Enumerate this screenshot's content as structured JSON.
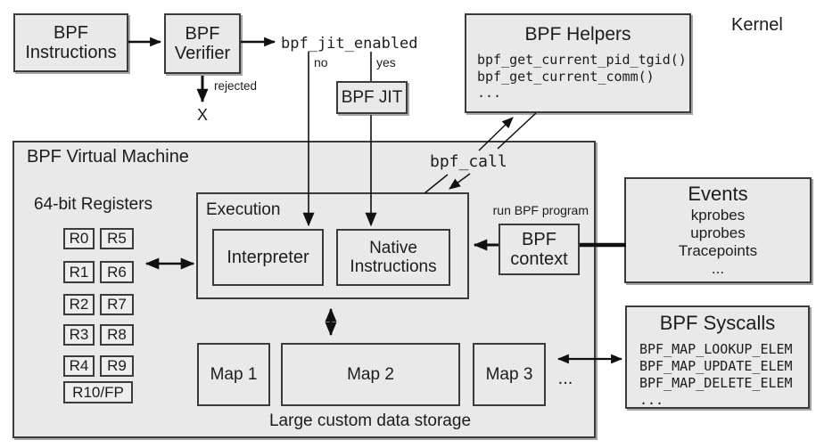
{
  "diagram": {
    "kernel_label": "Kernel",
    "vm_title": "BPF Virtual Machine",
    "registers_title": "64-bit Registers",
    "execution_title": "Execution",
    "storage_label": "Large custom data storage",
    "maps_ellipsis": "...",
    "bpf_jit_enabled": "bpf_jit_enabled",
    "no_label": "no",
    "yes_label": "yes",
    "rejected_label": "rejected",
    "rejected_mark": "X",
    "bpf_call": "bpf_call",
    "run_bpf_program": "run BPF program"
  },
  "boxes": {
    "bpf_instructions": "BPF\nInstructions",
    "bpf_verifier": "BPF\nVerifier",
    "bpf_jit": "BPF JIT",
    "interpreter": "Interpreter",
    "native_instructions": "Native\nInstructions",
    "bpf_context": "BPF\ncontext",
    "map1": "Map 1",
    "map2": "Map 2",
    "map3": "Map 3"
  },
  "helpers": {
    "title": "BPF Helpers",
    "functions": [
      "bpf_get_current_pid_tgid()",
      "bpf_get_current_comm()",
      "..."
    ]
  },
  "events": {
    "title": "Events",
    "items": [
      "kprobes",
      "uprobes",
      "Tracepoints",
      "..."
    ]
  },
  "syscalls": {
    "title": "BPF Syscalls",
    "items": [
      "BPF_MAP_LOOKUP_ELEM",
      "BPF_MAP_UPDATE_ELEM",
      "BPF_MAP_DELETE_ELEM",
      "..."
    ]
  },
  "registers": {
    "rows": [
      [
        "R0",
        "R5"
      ],
      [
        "R1",
        "R6"
      ],
      [
        "R2",
        "R7"
      ],
      [
        "R3",
        "R8"
      ],
      [
        "R4",
        "R9"
      ]
    ],
    "frame_pointer": "R10/FP"
  },
  "colors": {
    "background": "#ffffff",
    "vm_fill": "#c3c3c3",
    "box_fill": "#e9e9e9",
    "border": "#3b3b3b",
    "line": "#111111"
  }
}
